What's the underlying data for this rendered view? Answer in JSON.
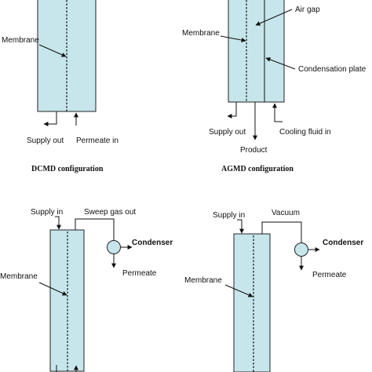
{
  "dcmd": {
    "membrane": "Membrane",
    "supply_out": "Supply out",
    "permeate_in": "Permeate in",
    "caption": "DCMD configuration"
  },
  "agmd": {
    "air_gap": "Air gap",
    "membrane": "Membrane",
    "condensation_plate": "Condensation plate",
    "supply_out": "Supply out",
    "cooling_fluid_in": "Cooling fluid in",
    "product": "Product",
    "caption": "AGMD configuration"
  },
  "sgmd": {
    "supply_in": "Supply in",
    "sweep_gas_out": "Sweep gas out",
    "condenser": "Condenser",
    "permeate": "Permeate",
    "membrane": "Membrane"
  },
  "vmd": {
    "supply_in": "Supply in",
    "vacuum": "Vacuum",
    "condenser": "Condenser",
    "permeate": "Permeate",
    "membrane": "Membrane"
  }
}
